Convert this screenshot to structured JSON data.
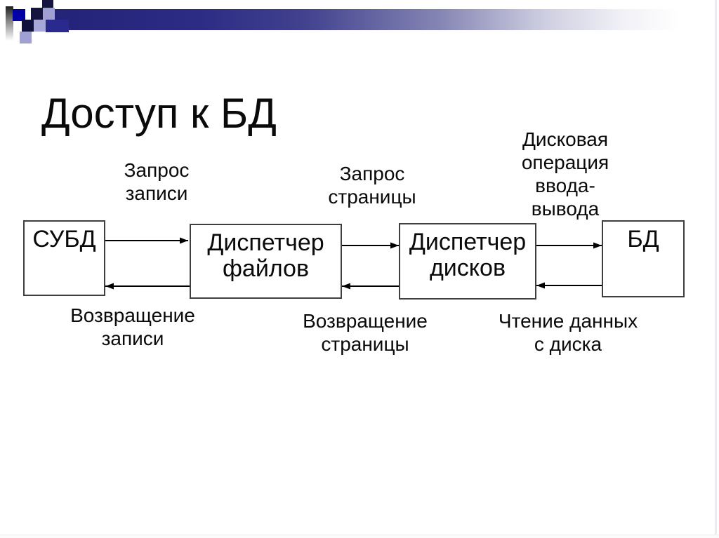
{
  "slide": {
    "title": "Доступ к БД",
    "accent_colors": {
      "bar_navy": "#232378",
      "bright_blue": "#0000a4",
      "dark_navy": "#15153f",
      "royal_blue": "#2a2a8e",
      "periwinkle": "#a0a0d2",
      "box_border": "#3f3f3f",
      "text": "#0a0a0a"
    },
    "diagram": {
      "nodes": [
        {
          "id": "subd",
          "label": "СУБД"
        },
        {
          "id": "file-manager",
          "label": "Диспетчер\nфайлов"
        },
        {
          "id": "disk-manager",
          "label": "Диспетчер\nдисков"
        },
        {
          "id": "db",
          "label": "БД"
        }
      ],
      "edge_labels": {
        "request_record": "Запрос\nзаписи",
        "request_page": "Запрос\nстраницы",
        "disk_io": "Дисковая\nоперация\nввода-\nвывода",
        "return_record": "Возвращение\nзаписи",
        "return_page": "Возвращение\nстраницы",
        "read_from_disk": "Чтение данных\nс диска"
      }
    }
  }
}
